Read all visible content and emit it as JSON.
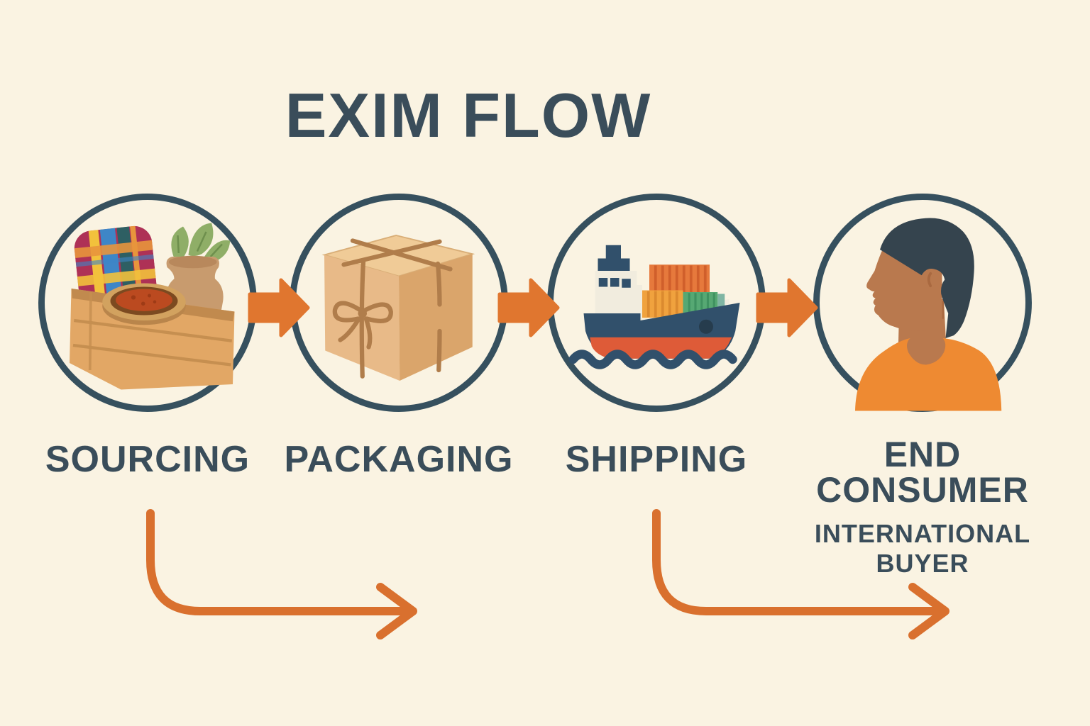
{
  "title": "EXIM FLOW",
  "stages": [
    {
      "id": "sourcing",
      "label": "SOURCING",
      "icon": "goods-crate-icon"
    },
    {
      "id": "packaging",
      "label": "PACKAGING",
      "icon": "wrapped-parcel-icon"
    },
    {
      "id": "shipping",
      "label": "SHIPPING",
      "icon": "cargo-ship-icon"
    },
    {
      "id": "end-consumer",
      "label_line1": "END",
      "label_line2": "CONSUMER",
      "sublabel_line1": "INTERNATIONAL",
      "sublabel_line2": "BUYER",
      "icon": "buyer-profile-icon"
    }
  ],
  "colors": {
    "background": "#FAF3E2",
    "ink": "#3A4D5A",
    "circle_stroke": "#36505E",
    "arrow": "#E0762F",
    "curved_arrow": "#D9702E"
  }
}
